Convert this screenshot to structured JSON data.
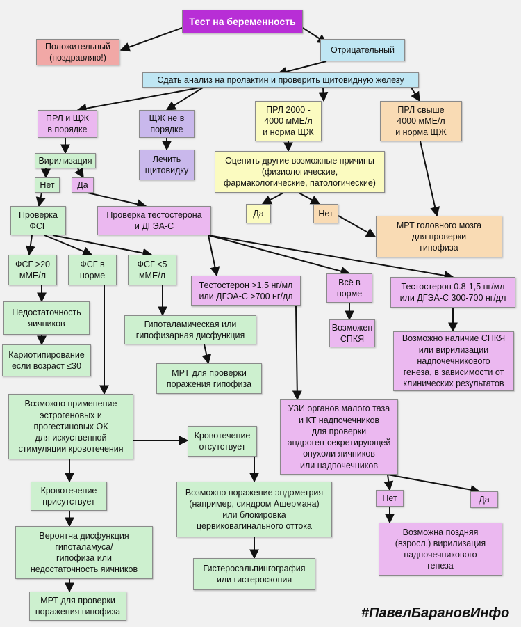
{
  "colors": {
    "root": "#b82ed6",
    "pink": "#ebb8f0",
    "green": "#cdf0cf",
    "blue": "#bfe6f3",
    "yellow": "#fbfbc0",
    "peach": "#f9dbb4",
    "red": "#f1a8a6",
    "purple": "#c9b8ec",
    "arrow": "#111111"
  },
  "nodes": {
    "root": "Тест на беременность",
    "positive": "Положительный\n(поздравляю!)",
    "negative": "Отрицательный",
    "prolactin": "Сдать анализ на пролактин и проверить щитовидную железу",
    "prl_ok": "ПРЛ и ЩЖ\nв порядке",
    "tsh_bad": "ЩЖ не в\nпорядке",
    "prl_2000": "ПРЛ 2000 -\n4000 мМЕ/л\nи норма ЩЖ",
    "prl_4000": "ПРЛ свыше\n4000 мМЕ/л\nи норма ЩЖ",
    "virilization": "Вирилизация",
    "treat_thyroid": "Лечить\nщитовидку",
    "other_causes": "Оценить другие возможные причины\n(физиологические,\nфармакологические, патологические)",
    "vir_no": "Нет",
    "vir_yes": "Да",
    "causes_yes": "Да",
    "causes_no": "Нет",
    "mri_brain": "МРТ головного мозга\nдля проверки\nгипофиза",
    "fsh_check": "Проверка\nФСГ",
    "testo_check": "Проверка тестостерона\nи ДГЭА-С",
    "fsh_high": "ФСГ >20\nмМЕ/л",
    "fsh_norm": "ФСГ в\nнорме",
    "fsh_low": "ФСГ <5\nмМЕ/л",
    "testo_high": "Тестостерон >1,5 нг/мл\nили ДГЭА-С >700 нг/дл",
    "all_norm": "Всё в\nнорме",
    "testo_mid": "Тестостерон 0.8-1,5 нг/мл\nили ДГЭА-С 300-700 нг/дл",
    "ovarian_insuff": "Недостаточность\nяичников",
    "hypo_dysf": "Гипоталамическая или\nгипофизарная дисфункция",
    "pcos": "Возможен\nСПКЯ",
    "pcos_possible": "Возможно наличие СПКЯ\nили вирилизации\nнадпочечникового\nгенеза, в зависимости от\nклинических результатов",
    "karyotype": "Кариотипирование\nесли возраст ≤30",
    "mri_pit1": "МРТ для проверки\nпоражения гипофиза",
    "estrogen": "Возможно применение\nэстрогеновых и\nпрогестиновых ОК\nдля искуственной\nстимуляции кровотечения",
    "no_bleed": "Кровотечение\nотсутствует",
    "uzi": "УЗИ органов малого таза\nи КТ надпочечников\nдля проверки\nандроген-секретирующей\nопухоли яичников\nили надпочечников",
    "bleed": "Кровотечение\nприсутствует",
    "endometrium": "Возможно поражение эндометрия\n(например, синдром Ашермана)\nили блокировка\nцервиковагинального оттока",
    "uzi_no": "Нет",
    "uzi_yes": "Да",
    "hypo_dysf2": "Вероятна дисфункция\nгипоталамуса/\nгипофиза или\nнедостаточность яичников",
    "late_vir": "Возможна поздняя\n(взросл.) вирилизация\nнадпочечникового\nгенеза",
    "hsg": "Гистеросальпингография\nили гистероскопия",
    "mri_pit2": "МРТ для проверки\nпоражения гипофиза"
  },
  "hashtag": "#ПавелБарановИнфо"
}
